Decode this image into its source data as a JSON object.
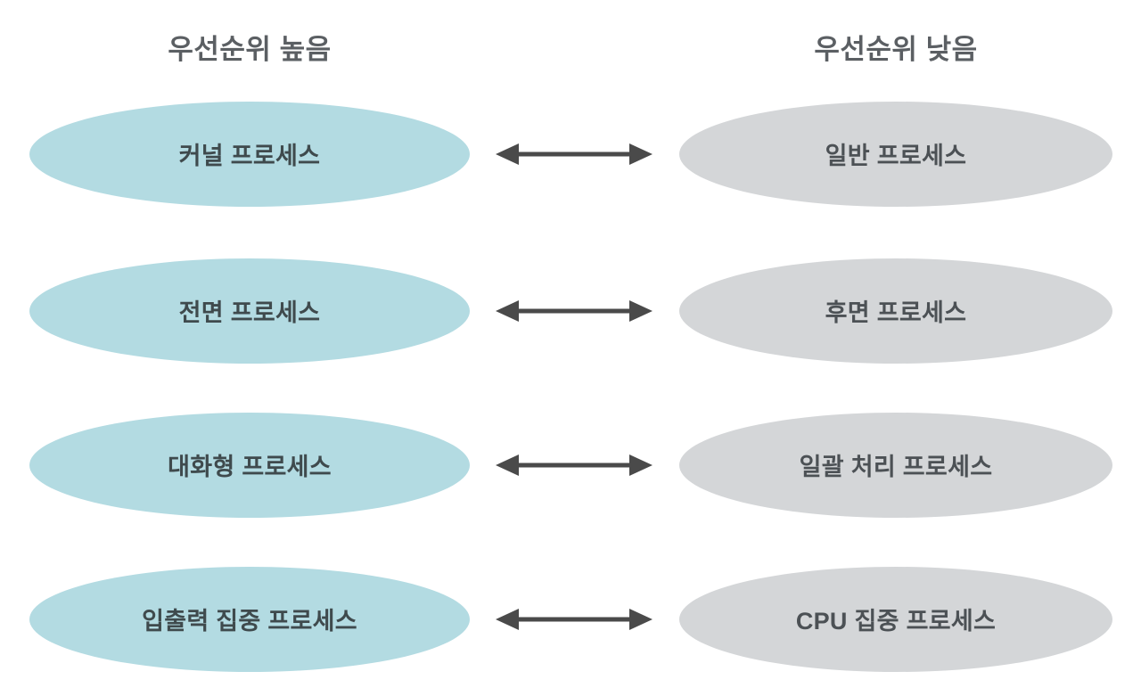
{
  "headers": {
    "left": "우선순위 높음",
    "right": "우선순위 낮음"
  },
  "colors": {
    "left_ellipse_fill": "#b3dbe2",
    "right_ellipse_fill": "#d4d6d8",
    "arrow": "#4a4a4a",
    "header_text": "#5b5f63",
    "left_text": "#3f4a4d",
    "right_text": "#4c5155",
    "background": "#ffffff"
  },
  "arrow_icon": "double-headed-arrow-icon",
  "rows": [
    {
      "left": "커널 프로세스",
      "right": "일반 프로세스",
      "relation": "double-headed-arrow"
    },
    {
      "left": "전면 프로세스",
      "right": "후면 프로세스",
      "relation": "double-headed-arrow"
    },
    {
      "left": "대화형 프로세스",
      "right": "일괄 처리 프로세스",
      "relation": "double-headed-arrow"
    },
    {
      "left": "입출력 집중 프로세스",
      "right": "CPU 집중 프로세스",
      "relation": "double-headed-arrow"
    }
  ]
}
